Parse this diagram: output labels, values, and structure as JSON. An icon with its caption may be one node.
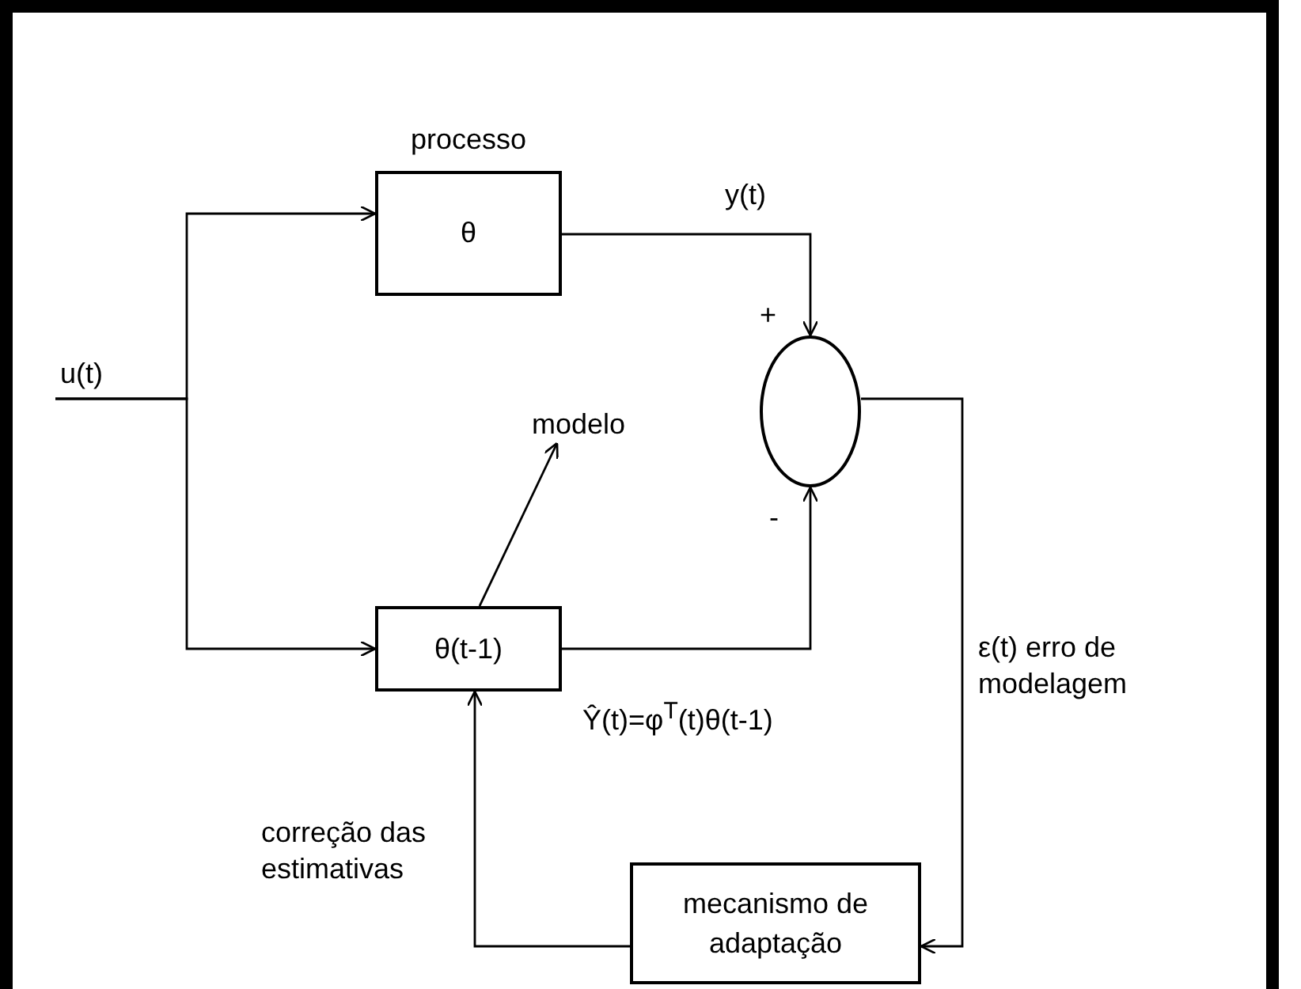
{
  "diagram": {
    "nodes": [
      {
        "text": [
          "processo",
          "θ"
        ]
      },
      {
        "text": [
          "θ(t-1)"
        ]
      },
      {
        "text": [],
        "shape": "circle",
        "beside": [
          "+",
          "-"
        ]
      },
      {
        "text": [
          "mecanismo de adaptação"
        ]
      },
      {
        "text": [
          "modelo"
        ]
      }
    ],
    "edges": [
      {
        "from": null,
        "to": 0,
        "arrow": "to",
        "label": "u(t)"
      },
      {
        "from": null,
        "to": 1,
        "arrow": "to"
      },
      {
        "from": 0,
        "to": 2,
        "arrow": "to",
        "label": "y(t)"
      },
      {
        "from": 1,
        "to": 2,
        "arrow": "to",
        "label": "Ŷ(t)=φ$^{T}$(t)θ(t-1)"
      },
      {
        "from": 2,
        "to": 3,
        "arrow": "to",
        "label": "ε(t) erro de modelagem"
      },
      {
        "from": 3,
        "to": 1,
        "arrow": "to",
        "label": "correção das estimativas"
      },
      {
        "from": 1,
        "to": 4,
        "arrow": "to"
      }
    ]
  }
}
